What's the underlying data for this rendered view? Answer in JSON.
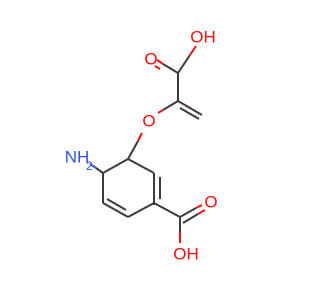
{
  "molecule": {
    "atoms": {
      "acid_top_oh": "OH",
      "acid_top_o": "O",
      "ether_o": "O",
      "amine": "NH",
      "amine_sub": "2",
      "acid_bottom_o": "O",
      "acid_bottom_oh": "OH"
    },
    "colors": {
      "carbon_bond": "#3b3b3b",
      "oxygen": "#ff0d0d",
      "nitrogen": "#3050f8"
    }
  }
}
